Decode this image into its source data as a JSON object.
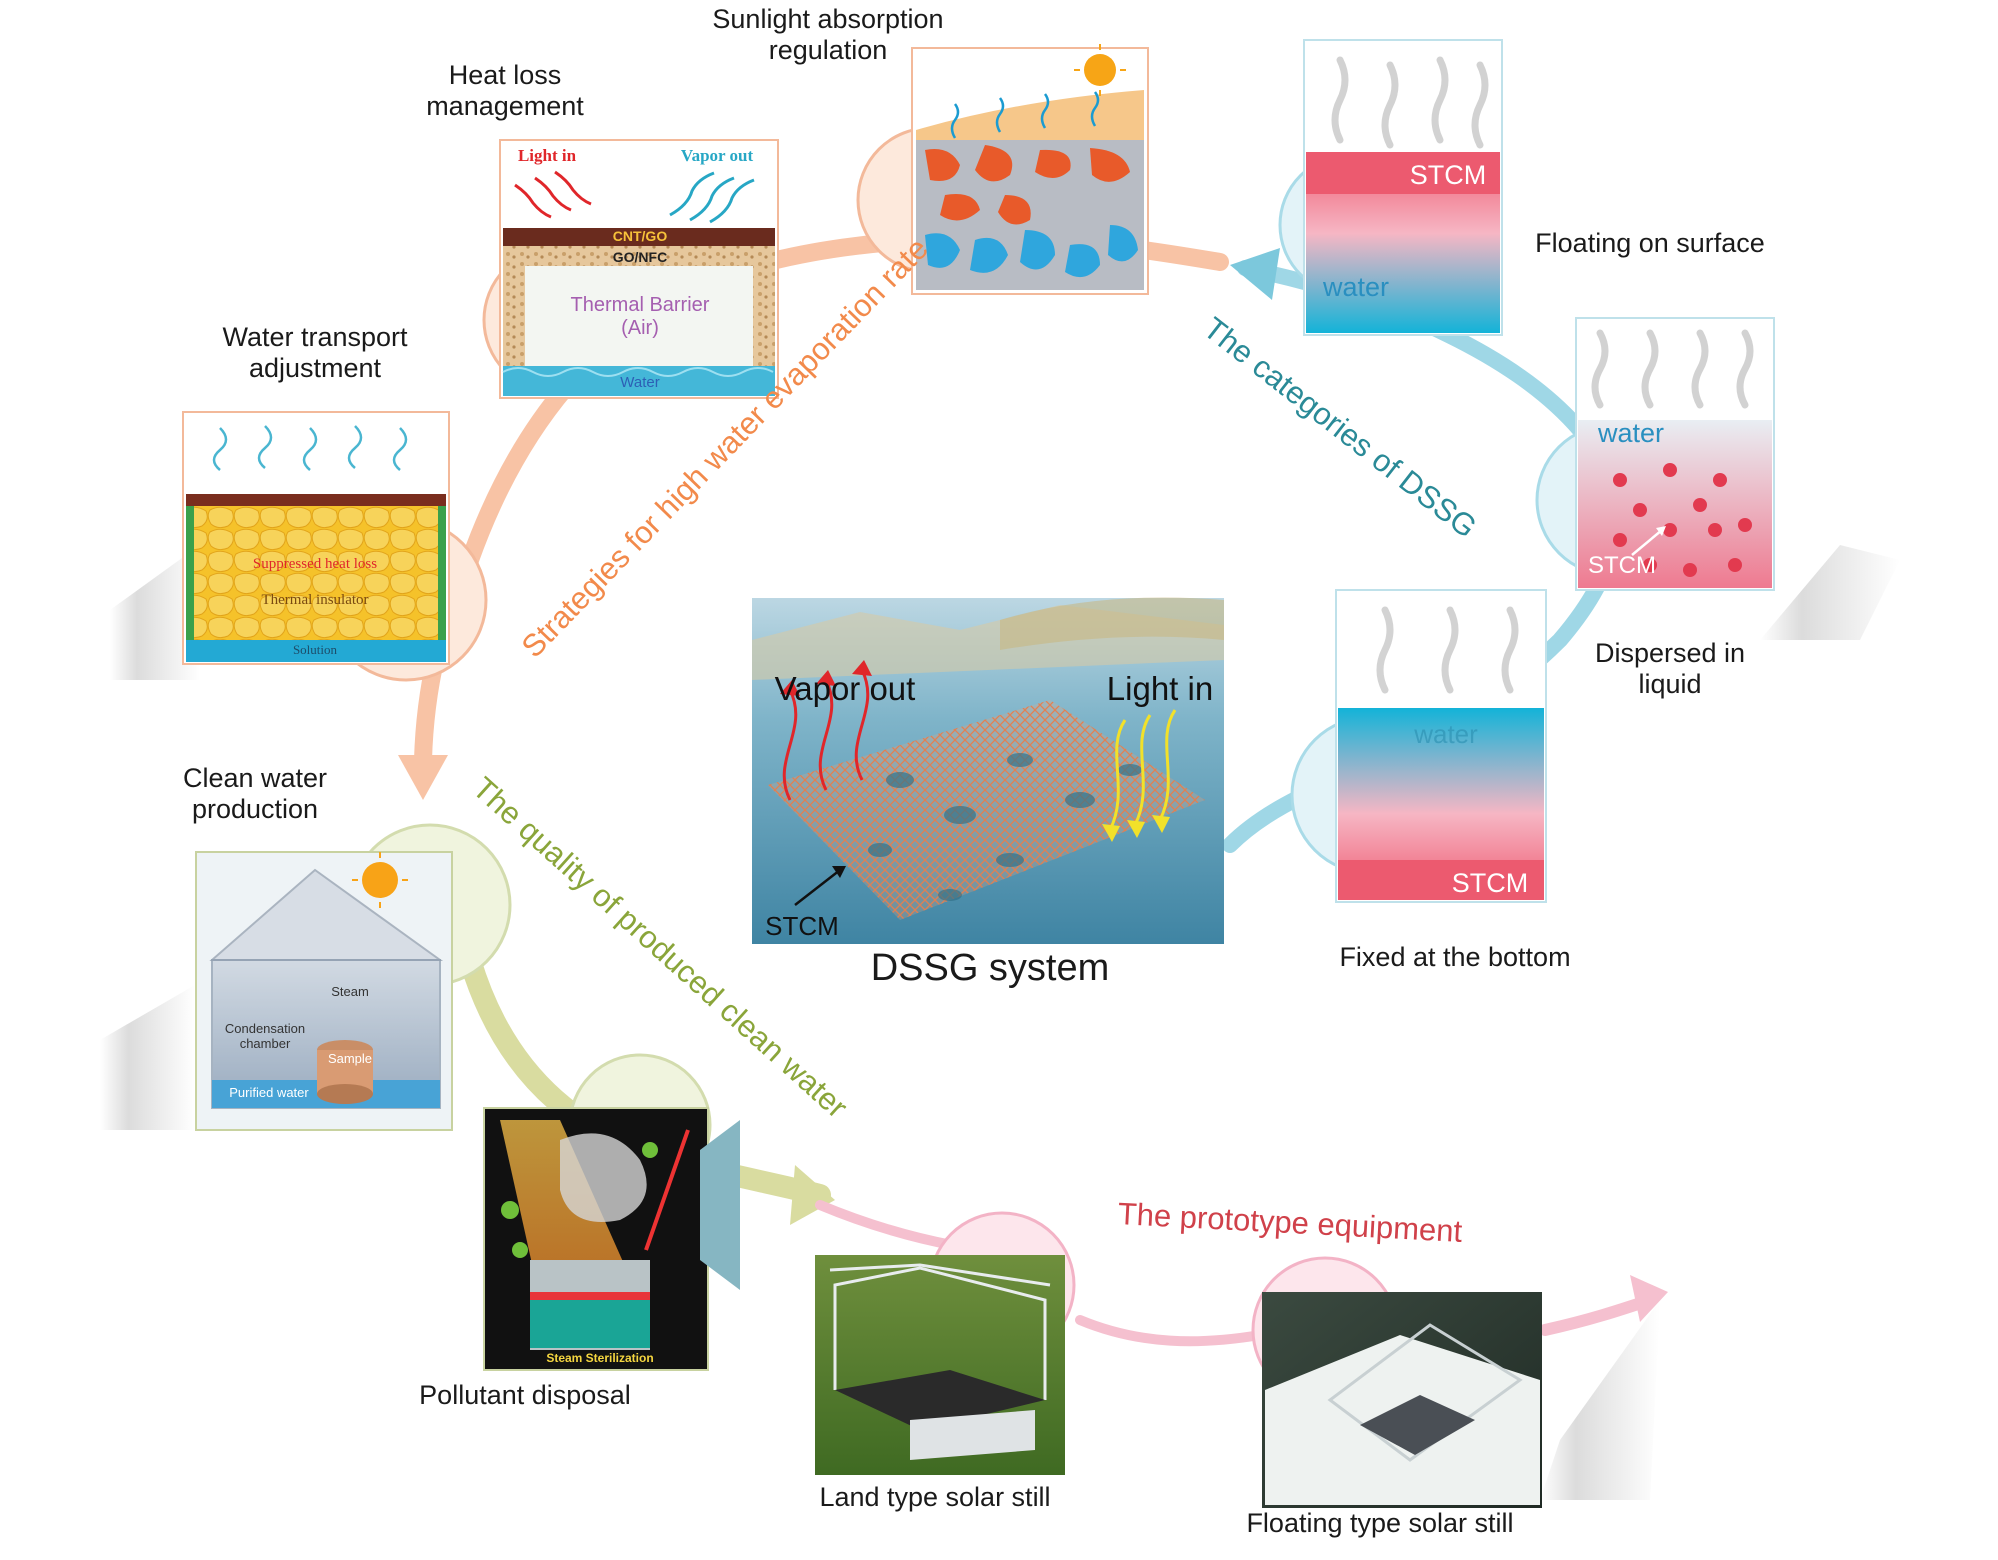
{
  "center": {
    "caption": "DSSG system",
    "vapor_out": "Vapor out",
    "light_in": "Light in",
    "stcm": "STCM"
  },
  "arc_labels": {
    "strategies": "Strategies for high water evaporation rate",
    "categories": "The categories of DSSG",
    "quality": "The quality of produced clean water",
    "prototype": "The prototype equipment"
  },
  "strategies": {
    "sunlight": [
      "Sunlight absorption",
      "regulation"
    ],
    "heat_loss": [
      "Heat loss",
      "management"
    ],
    "water_transport": [
      "Water transport",
      "adjustment"
    ],
    "heat_panel": {
      "light_in": "Light in",
      "vapor_out": "Vapor out",
      "layer1": "CNT/GO",
      "layer2": "GO/NFC",
      "barrier": [
        "Thermal Barrier",
        "(Air)"
      ],
      "water": "Water"
    },
    "transport_panel": {
      "suppressed": "Suppressed heat loss",
      "insulator": "Thermal insulator",
      "bottom": "Solution"
    }
  },
  "categories": {
    "floating": {
      "label": "Floating on surface",
      "stcm": "STCM",
      "water": "water"
    },
    "dispersed": {
      "label": [
        "Dispersed in",
        "liquid"
      ],
      "stcm": "STCM",
      "water": "water"
    },
    "fixed": {
      "label": "Fixed at the bottom",
      "stcm": "STCM",
      "water": "water"
    }
  },
  "quality": {
    "clean_water": [
      "Clean water",
      "production"
    ],
    "pollutant": "Pollutant disposal",
    "still_panel": {
      "steam": "Steam",
      "condensation": [
        "Condensation",
        "chamber"
      ],
      "sample": "Sample",
      "purified": "Purified water"
    },
    "pollutant_panel": {
      "sterilization": "Steam Sterilization"
    }
  },
  "prototype": {
    "land": "Land type solar still",
    "floating": "Floating type solar still"
  },
  "colors": {
    "orange": "#f28a4b",
    "teal": "#2a8a97",
    "olive": "#8aa53a",
    "red": "#d0414a",
    "pink_arrow": "#f3b3c6",
    "cyan": "#18b5d6",
    "pink": "#ef6f86"
  }
}
